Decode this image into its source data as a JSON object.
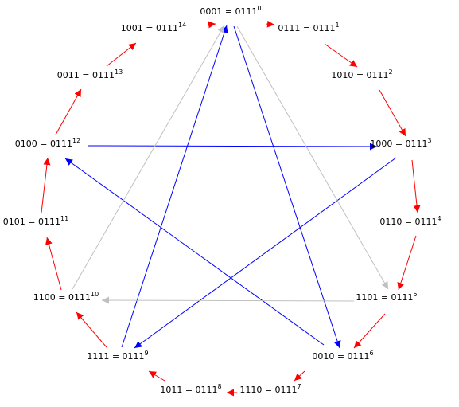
{
  "nodes": [
    {
      "id": "n0",
      "bits": "0001",
      "base": "0111",
      "exp": "0"
    },
    {
      "id": "n1",
      "bits": "0111",
      "base": "0111",
      "exp": "1"
    },
    {
      "id": "n2",
      "bits": "1010",
      "base": "0111",
      "exp": "2"
    },
    {
      "id": "n3",
      "bits": "1000",
      "base": "0111",
      "exp": "3"
    },
    {
      "id": "n4",
      "bits": "0110",
      "base": "0111",
      "exp": "4"
    },
    {
      "id": "n5",
      "bits": "1101",
      "base": "0111",
      "exp": "5"
    },
    {
      "id": "n6",
      "bits": "0010",
      "base": "0111",
      "exp": "6"
    },
    {
      "id": "n7",
      "bits": "1110",
      "base": "0111",
      "exp": "7"
    },
    {
      "id": "n8",
      "bits": "1011",
      "base": "0111",
      "exp": "8"
    },
    {
      "id": "n9",
      "bits": "1111",
      "base": "0111",
      "exp": "9"
    },
    {
      "id": "n10",
      "bits": "1100",
      "base": "0111",
      "exp": "10"
    },
    {
      "id": "n11",
      "bits": "0101",
      "base": "0111",
      "exp": "11"
    },
    {
      "id": "n12",
      "bits": "0100",
      "base": "0111",
      "exp": "12"
    },
    {
      "id": "n13",
      "bits": "0011",
      "base": "0111",
      "exp": "13"
    },
    {
      "id": "n14",
      "bits": "1001",
      "base": "0111",
      "exp": "14"
    }
  ],
  "edges": [
    {
      "from": "n0",
      "to": "n1",
      "color": "red"
    },
    {
      "from": "n1",
      "to": "n2",
      "color": "red"
    },
    {
      "from": "n2",
      "to": "n3",
      "color": "red"
    },
    {
      "from": "n3",
      "to": "n4",
      "color": "red"
    },
    {
      "from": "n4",
      "to": "n5",
      "color": "red"
    },
    {
      "from": "n5",
      "to": "n6",
      "color": "red"
    },
    {
      "from": "n6",
      "to": "n7",
      "color": "red"
    },
    {
      "from": "n7",
      "to": "n8",
      "color": "red"
    },
    {
      "from": "n8",
      "to": "n9",
      "color": "red"
    },
    {
      "from": "n9",
      "to": "n10",
      "color": "red"
    },
    {
      "from": "n10",
      "to": "n11",
      "color": "red"
    },
    {
      "from": "n11",
      "to": "n12",
      "color": "red"
    },
    {
      "from": "n12",
      "to": "n13",
      "color": "red"
    },
    {
      "from": "n13",
      "to": "n14",
      "color": "red"
    },
    {
      "from": "n14",
      "to": "n0",
      "color": "red"
    },
    {
      "from": "n0",
      "to": "n6",
      "color": "blue"
    },
    {
      "from": "n6",
      "to": "n12",
      "color": "blue"
    },
    {
      "from": "n12",
      "to": "n3",
      "color": "blue"
    },
    {
      "from": "n3",
      "to": "n9",
      "color": "blue"
    },
    {
      "from": "n9",
      "to": "n0",
      "color": "blue"
    },
    {
      "from": "n0",
      "to": "n5",
      "color": "gray"
    },
    {
      "from": "n5",
      "to": "n10",
      "color": "gray"
    },
    {
      "from": "n10",
      "to": "n0",
      "color": "gray"
    }
  ],
  "colors": {
    "red": "#ff0000",
    "blue": "#0000ff",
    "gray": "#c0c0c0",
    "text": "#000000",
    "background": "#ffffff"
  }
}
